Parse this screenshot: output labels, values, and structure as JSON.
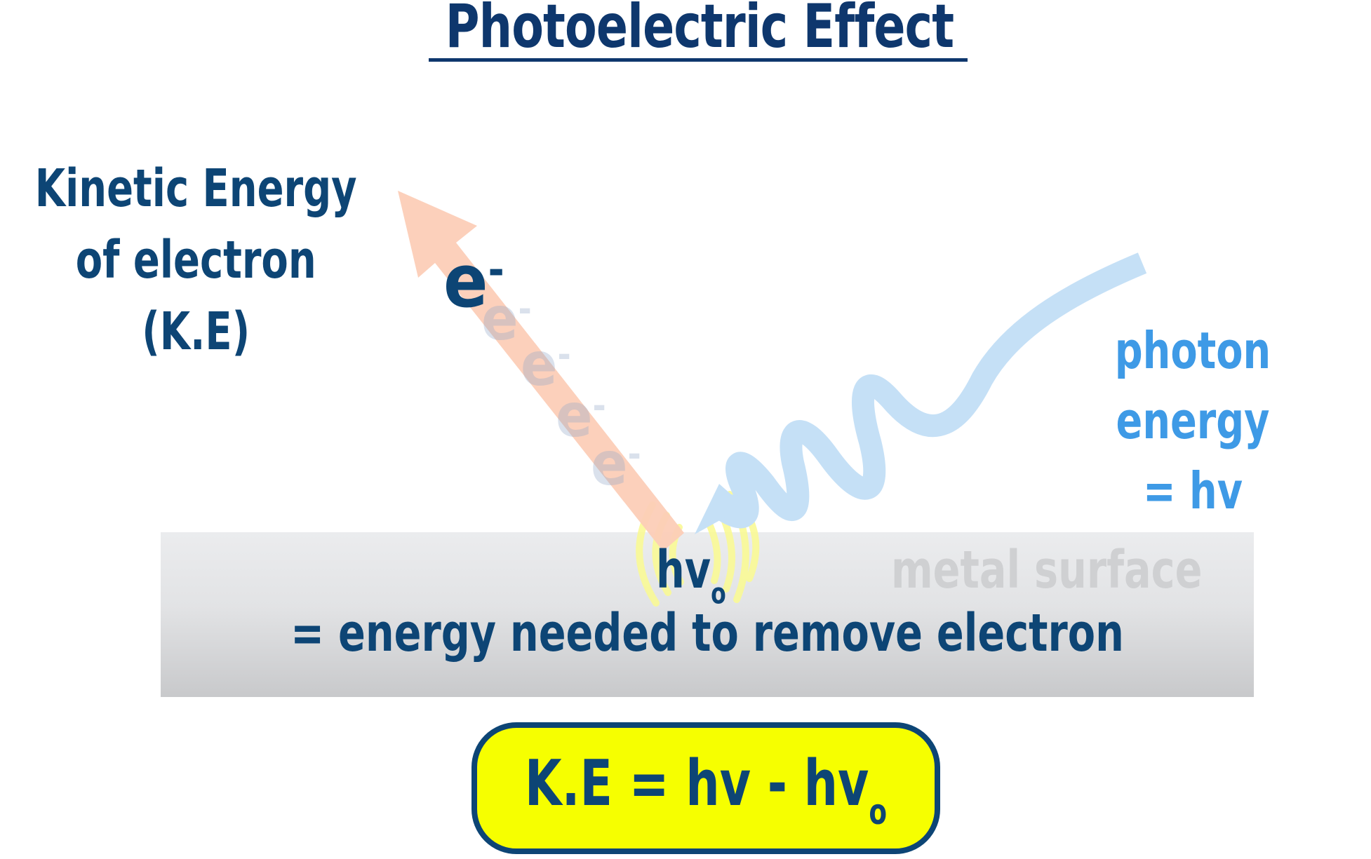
{
  "title": "Photoelectric Effect",
  "kinetic_label": {
    "line1": "Kinetic Energy",
    "line2": "of electron (K.E)"
  },
  "electron": {
    "symbol": "e",
    "charge": "-"
  },
  "photon_label": {
    "line1": "photon energy",
    "line2": "= hv"
  },
  "metal": {
    "label": "metal surface",
    "threshold_symbol": "hv",
    "threshold_subscript": "o",
    "threshold_desc": "= energy needed to remove electron"
  },
  "formula": {
    "lhs": "K.E",
    "equals": "=",
    "rhs_main": "hv - hv",
    "rhs_subscript": "o"
  },
  "colors": {
    "dark_blue": "#0d4575",
    "title_blue": "#0e376d",
    "photon_blue": "#3e9ae6",
    "photon_wave": "#c5e0f6",
    "electron_arrow": "#fccdb7",
    "formula_fill": "#f6ff00",
    "glow_yellow": "#fafa96",
    "metal_text": "#cfd0d2"
  },
  "icons": {
    "electron_path": "arrow-up-left-icon",
    "photon_path": "wavy-arrow-icon",
    "impact": "impact-glow-icon"
  }
}
